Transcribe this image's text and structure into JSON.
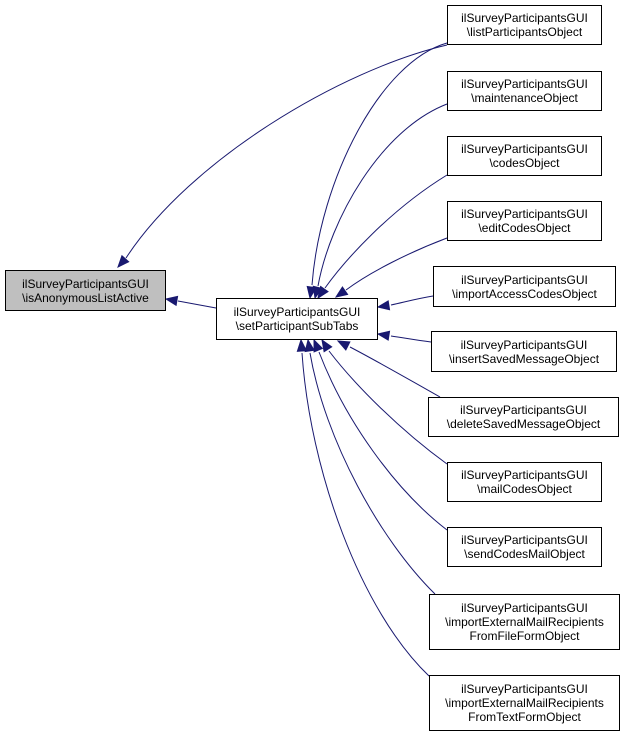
{
  "colors": {
    "edge": "#191970",
    "current_node_fill": "#bfbfbf",
    "node_fill": "#ffffff",
    "node_border": "#000000"
  },
  "nodes": [
    {
      "id": "isAnonymousListActive",
      "lines": [
        "ilSurveyParticipantsGUI",
        "\\isAnonymousListActive"
      ],
      "current": true
    },
    {
      "id": "setParticipantSubTabs",
      "lines": [
        "ilSurveyParticipantsGUI",
        "\\setParticipantSubTabs"
      ]
    },
    {
      "id": "listParticipantsObject",
      "lines": [
        "ilSurveyParticipantsGUI",
        "\\listParticipantsObject"
      ]
    },
    {
      "id": "maintenanceObject",
      "lines": [
        "ilSurveyParticipantsGUI",
        "\\maintenanceObject"
      ]
    },
    {
      "id": "codesObject",
      "lines": [
        "ilSurveyParticipantsGUI",
        "\\codesObject"
      ]
    },
    {
      "id": "editCodesObject",
      "lines": [
        "ilSurveyParticipantsGUI",
        "\\editCodesObject"
      ]
    },
    {
      "id": "importAccessCodesObject",
      "lines": [
        "ilSurveyParticipantsGUI",
        "\\importAccessCodesObject"
      ]
    },
    {
      "id": "insertSavedMessageObject",
      "lines": [
        "ilSurveyParticipantsGUI",
        "\\insertSavedMessageObject"
      ]
    },
    {
      "id": "deleteSavedMessageObject",
      "lines": [
        "ilSurveyParticipantsGUI",
        "\\deleteSavedMessageObject"
      ]
    },
    {
      "id": "mailCodesObject",
      "lines": [
        "ilSurveyParticipantsGUI",
        "\\mailCodesObject"
      ]
    },
    {
      "id": "sendCodesMailObject",
      "lines": [
        "ilSurveyParticipantsGUI",
        "\\sendCodesMailObject"
      ]
    },
    {
      "id": "importExternalMailRecipientsFromFileFormObject",
      "lines": [
        "ilSurveyParticipantsGUI",
        "\\importExternalMailRecipients",
        "FromFileFormObject"
      ]
    },
    {
      "id": "importExternalMailRecipientsFromTextFormObject",
      "lines": [
        "ilSurveyParticipantsGUI",
        "\\importExternalMailRecipients",
        "FromTextFormObject"
      ]
    }
  ],
  "edges": [
    {
      "from": "setParticipantSubTabs",
      "to": "isAnonymousListActive"
    },
    {
      "from": "listParticipantsObject",
      "to": "isAnonymousListActive"
    },
    {
      "from": "listParticipantsObject",
      "to": "setParticipantSubTabs"
    },
    {
      "from": "maintenanceObject",
      "to": "setParticipantSubTabs"
    },
    {
      "from": "codesObject",
      "to": "setParticipantSubTabs"
    },
    {
      "from": "editCodesObject",
      "to": "setParticipantSubTabs"
    },
    {
      "from": "importAccessCodesObject",
      "to": "setParticipantSubTabs"
    },
    {
      "from": "insertSavedMessageObject",
      "to": "setParticipantSubTabs"
    },
    {
      "from": "deleteSavedMessageObject",
      "to": "setParticipantSubTabs"
    },
    {
      "from": "mailCodesObject",
      "to": "setParticipantSubTabs"
    },
    {
      "from": "sendCodesMailObject",
      "to": "setParticipantSubTabs"
    },
    {
      "from": "importExternalMailRecipientsFromFileFormObject",
      "to": "setParticipantSubTabs"
    },
    {
      "from": "importExternalMailRecipientsFromTextFormObject",
      "to": "setParticipantSubTabs"
    }
  ]
}
